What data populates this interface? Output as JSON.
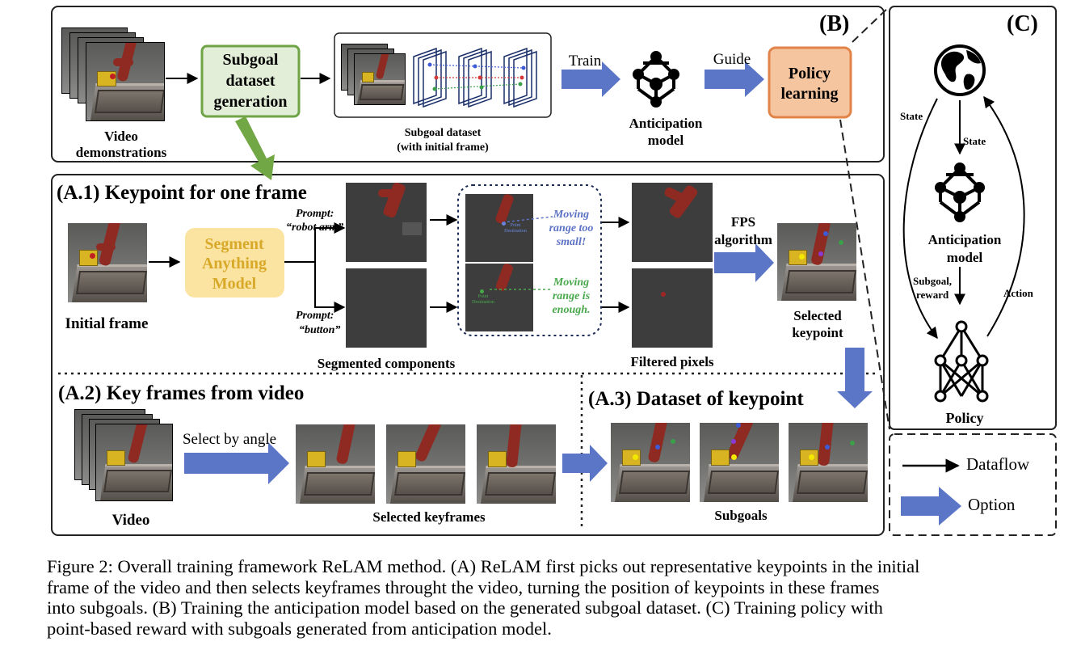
{
  "labels": {
    "video_demonstrations": [
      "Video",
      "demonstrations"
    ],
    "subgoal_dataset_generation": [
      "Subgoal",
      "dataset",
      "generation"
    ],
    "subgoal_dataset": [
      "Subgoal dataset",
      "(with initial frame)"
    ],
    "train": "Train",
    "anticipation_model": [
      "Anticipation",
      "model"
    ],
    "guide": "Guide",
    "policy_learning": [
      "Policy",
      "learning"
    ],
    "panel_b": "(B)",
    "panel_c": "(C)",
    "panel_a1": "(A.1)",
    "panel_a1_title": "Keypoint for one frame",
    "initial_frame": "Initial frame",
    "segment_anything_model": [
      "Segment",
      "Anything",
      "Model"
    ],
    "prompt_robot_arm": [
      "Prompt:",
      "“robot arm”"
    ],
    "prompt_button": [
      "Prompt:",
      "“button”"
    ],
    "moving_range_small": [
      "Moving",
      "range too",
      "small!"
    ],
    "moving_range_enough": [
      "Moving",
      "range is",
      "enough."
    ],
    "point_destination": [
      "Point",
      "Destination"
    ],
    "segmented_components": "Segmented components",
    "filtered_pixels": "Filtered pixels",
    "fps_algorithm": [
      "FPS",
      "algorithm"
    ],
    "selected_keypoint": [
      "Selected",
      "keypoint"
    ],
    "panel_a2": "(A.2)",
    "panel_a2_title": "Key frames from video",
    "video": "Video",
    "select_by_angle": "Select by angle",
    "selected_keyframes": "Selected keyframes",
    "panel_a3": "(A.3)",
    "panel_a3_title": "Dataset of keypoint",
    "subgoals": "Subgoals",
    "state_left": "State",
    "state_mid": "State",
    "c_anticipation_model": [
      "Anticipation",
      "model"
    ],
    "subgoal_reward": [
      "Subgoal,",
      "reward"
    ],
    "action": "Action",
    "policy": "Policy",
    "legend_dataflow": "Dataflow",
    "legend_option": "Option"
  },
  "caption": [
    "Figure 2: Overall training framework ReLAM method. (A) ReLAM first picks out representative keypoints in the initial",
    "frame of the video and then selects keyframes throught the video, turning the position of keypoints in these frames",
    "into subgoals. (B) Training the anticipation model based on the generated subgoal dataset. (C) Training policy with",
    "point-based reward with subgoals generated from anticipation model."
  ],
  "colors": {
    "option_arrow": "#5b76c6",
    "green_box_border": "#6fa446",
    "green_box_fill": "#e3eed8",
    "sam_fill": "#fbe3a2",
    "sam_text": "#d8a928",
    "policy_fill": "#f5c5a0",
    "policy_border": "#e2844a",
    "blue_note": "#5c72c4",
    "green_note": "#49a84c"
  },
  "icons": [
    "globe-icon",
    "anticipation-network-icon",
    "policy-network-icon"
  ]
}
